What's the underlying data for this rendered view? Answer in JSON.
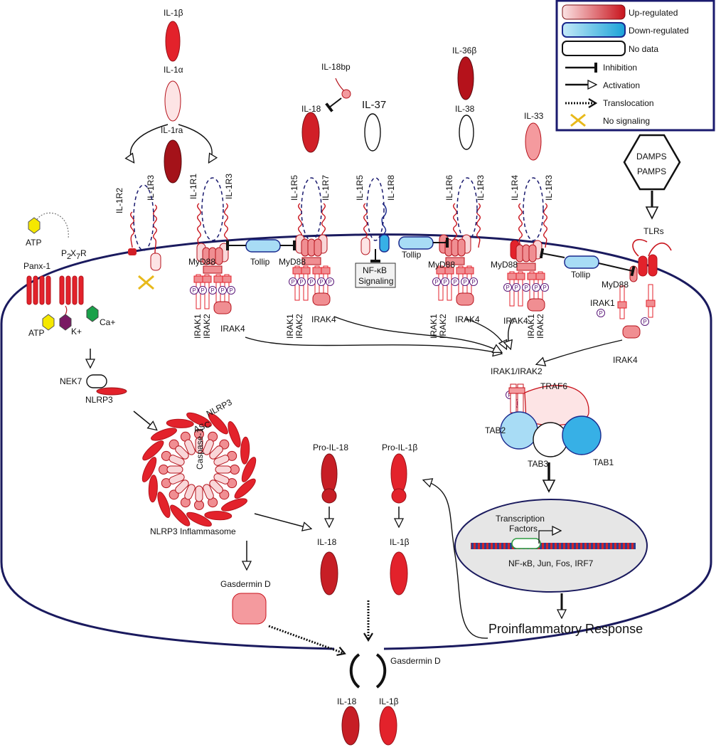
{
  "colors": {
    "up_light": "#f9d6d8",
    "up_mid": "#f08e92",
    "up_dark": "#b5121b",
    "up_red": "#e3222b",
    "down_light": "#a8dcf5",
    "down_mid": "#37b0e6",
    "membrane": "#1a1a5e",
    "legend_border": "#1a1a6e"
  },
  "legend": {
    "upregulated": "Up-regulated",
    "downregulated": "Down-regulated",
    "no_data": "No data",
    "inhibition": "Inhibition",
    "activation": "Activation",
    "translocation": "Translocation",
    "no_signaling": "No signaling"
  },
  "ligands": {
    "il1b": "IL-1β",
    "il1a": "IL-1α",
    "il1ra": "IL-1ra",
    "il18bp": "IL-18bp",
    "il18": "IL-18",
    "il37": "IL-37",
    "il36b": "IL-36β",
    "il38": "IL-38",
    "il33": "IL-33"
  },
  "receptors": {
    "il1r2": "IL-1R2",
    "il1r3_a": "IL-1R3",
    "il1r1": "IL-1R1",
    "il1r3_b": "IL-1R3",
    "il1r5_a": "IL-1R5",
    "il1r7": "IL-1R7",
    "il1r5_b": "IL-1R5",
    "il1r8": "IL-1R8",
    "il1r6": "IL-1R6",
    "il1r3_c": "IL-1R3",
    "il1r4": "IL-1R4",
    "il1r3_d": "IL-1R3"
  },
  "signaling": {
    "tollip": "Tollip",
    "myd88": "MyD88",
    "irak1": "IRAK1",
    "irak2": "IRAK2",
    "irak4": "IRAK4",
    "nfkb_box_line1": "NF-κB",
    "nfkb_box_line2": "Signaling",
    "phospho": "P",
    "tlrs": "TLRs",
    "damps": "DAMPS",
    "pamps": "PAMPS",
    "irak12": "IRAK1/IRAK2",
    "traf6": "TRAF6",
    "tab1": "TAB1",
    "tab2": "TAB2",
    "tab3": "TAB3"
  },
  "inflammasome": {
    "atp_out": "ATP",
    "panx": "Panx-1",
    "p2x7r_main": "P",
    "p2x7r_sub2": "2",
    "p2x7r_x": "X",
    "p2x7r_sub7": "7",
    "p2x7r_r": "R",
    "atp_in": "ATP",
    "k": "K+",
    "ca": "Ca+",
    "nek7": "NEK7",
    "nlrp3": "NLRP3",
    "ring_nlrp3": "NLRP3",
    "asc": "ASC",
    "caspase": "Caspase-1",
    "name": "NLRP3 Inflammasome",
    "gasdermin": "Gasdermin D"
  },
  "processing": {
    "pro_il18": "Pro-IL-18",
    "pro_il1b": "Pro-IL-1β",
    "il18": "IL-18",
    "il1b": "IL-1β"
  },
  "nucleus": {
    "tf_line1": "Transcription",
    "tf_line2": "Factors",
    "genes": "NF-κB, Jun, Fos, IRF7"
  },
  "response": "Proinflammatory Response",
  "pore": {
    "gasdermin": "Gasdermin D",
    "il18": "IL-18",
    "il1b": "IL-1β"
  }
}
